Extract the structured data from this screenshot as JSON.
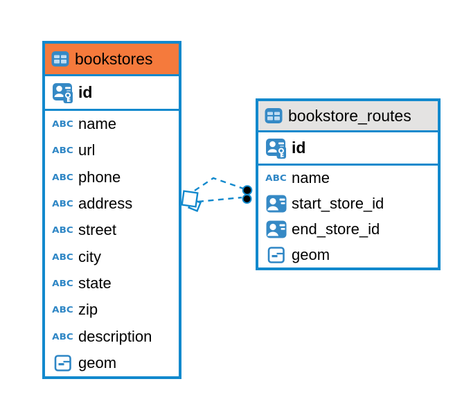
{
  "colors": {
    "table_border_blue": "#1289CD",
    "bookstores_header_orange": "#F57A3C",
    "routes_header_gray": "#E4E3E2",
    "icon_blue": "#3589C5",
    "text_type_blue": "#2E86C5",
    "connector_blue": "#1289CD",
    "endpoint_dot_black": "#000000",
    "canvas_background": "#FFFFFF"
  },
  "icons": {
    "text_type_label": "ABC",
    "table_icon": "table-icon",
    "primary_key_icon": "person-key-icon",
    "foreign_key_icon": "person-card-icon",
    "geometry_icon": "geometry-segment-icon"
  },
  "tables": [
    {
      "name": "bookstores",
      "header_style": "orange",
      "columns": [
        {
          "name": "id",
          "icon": "primary-key-icon"
        },
        {
          "name": "name",
          "icon": "text-type-icon"
        },
        {
          "name": "url",
          "icon": "text-type-icon"
        },
        {
          "name": "phone",
          "icon": "text-type-icon"
        },
        {
          "name": "address",
          "icon": "text-type-icon"
        },
        {
          "name": "street",
          "icon": "text-type-icon"
        },
        {
          "name": "city",
          "icon": "text-type-icon"
        },
        {
          "name": "state",
          "icon": "text-type-icon"
        },
        {
          "name": "zip",
          "icon": "text-type-icon"
        },
        {
          "name": "description",
          "icon": "text-type-icon"
        },
        {
          "name": "geom",
          "icon": "geometry-type-icon"
        }
      ]
    },
    {
      "name": "bookstore_routes",
      "header_style": "gray",
      "columns": [
        {
          "name": "id",
          "icon": "primary-key-icon"
        },
        {
          "name": "name",
          "icon": "text-type-icon"
        },
        {
          "name": "start_store_id",
          "icon": "foreign-key-icon"
        },
        {
          "name": "end_store_id",
          "icon": "foreign-key-icon"
        },
        {
          "name": "geom",
          "icon": "geometry-type-icon"
        }
      ]
    }
  ],
  "relationship": {
    "between": [
      "bookstores",
      "bookstore_routes"
    ],
    "line_style": "dashed",
    "line_count": 2,
    "source_marker": "diamond",
    "target_marker": "filled-dots"
  }
}
